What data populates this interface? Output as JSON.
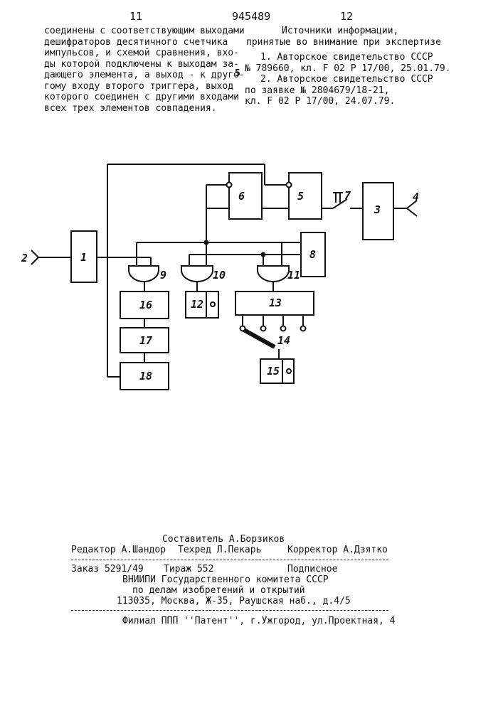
{
  "header": {
    "page_left": "11",
    "patent_number": "945489",
    "page_right": "12"
  },
  "left_text": {
    "lines": [
      "соединены с соответствующим выходами",
      "дешифраторов десятичного счетчика",
      "импульсов, и схемой сравнения, вхо-",
      "ды которой подключены к выходам за-",
      "дающего элемента, а выход - к друго-",
      "гому входу второго триггера, выход",
      "которого соединен с другими входами",
      "всех трех элементов совпадения."
    ]
  },
  "references": {
    "title_line1": "Источники информации,",
    "title_line2": "принятые во внимание при экспертизе",
    "line_marker": "5",
    "lines": [
      "1. Авторское свидетельство СССР",
      "№ 789660, кл. F 02 P 17/00, 25.01.79.",
      "2. Авторское свидетельство СССР",
      "по  заявке  №  2804679/18-21,",
      "кл. F 02 P 17/00, 24.07.79."
    ]
  },
  "diagram": {
    "labels": {
      "b1": "1",
      "b3": "3",
      "b5": "5",
      "b6": "6",
      "b8": "8",
      "g9": "9",
      "g10": "10",
      "g11": "11",
      "b12": "12",
      "b13": "13",
      "b15": "15",
      "b16": "16",
      "b17": "17",
      "b18": "18",
      "sw14": "14",
      "sw7": "7",
      "in2": "2",
      "in4": "4"
    }
  },
  "imprint": {
    "compiler": "Составитель А.Борзиков",
    "editor": "Редактор А.Шандор",
    "techred": "Техред Л.Пекарь",
    "corrector": "Корректор  А.Дзятко",
    "order": "Заказ 5291/49",
    "circulation": "Тираж 552",
    "subscription": "Подписное",
    "org1": "ВНИИПИ Государственного комитета СССР",
    "org2": "по делам изобретений и открытий",
    "address": "113035, Москва, Ж-35, Раушская наб., д.4/5",
    "branch": "Филиал ППП ''Патент'', г.Ужгород, ул.Проектная, 4"
  }
}
